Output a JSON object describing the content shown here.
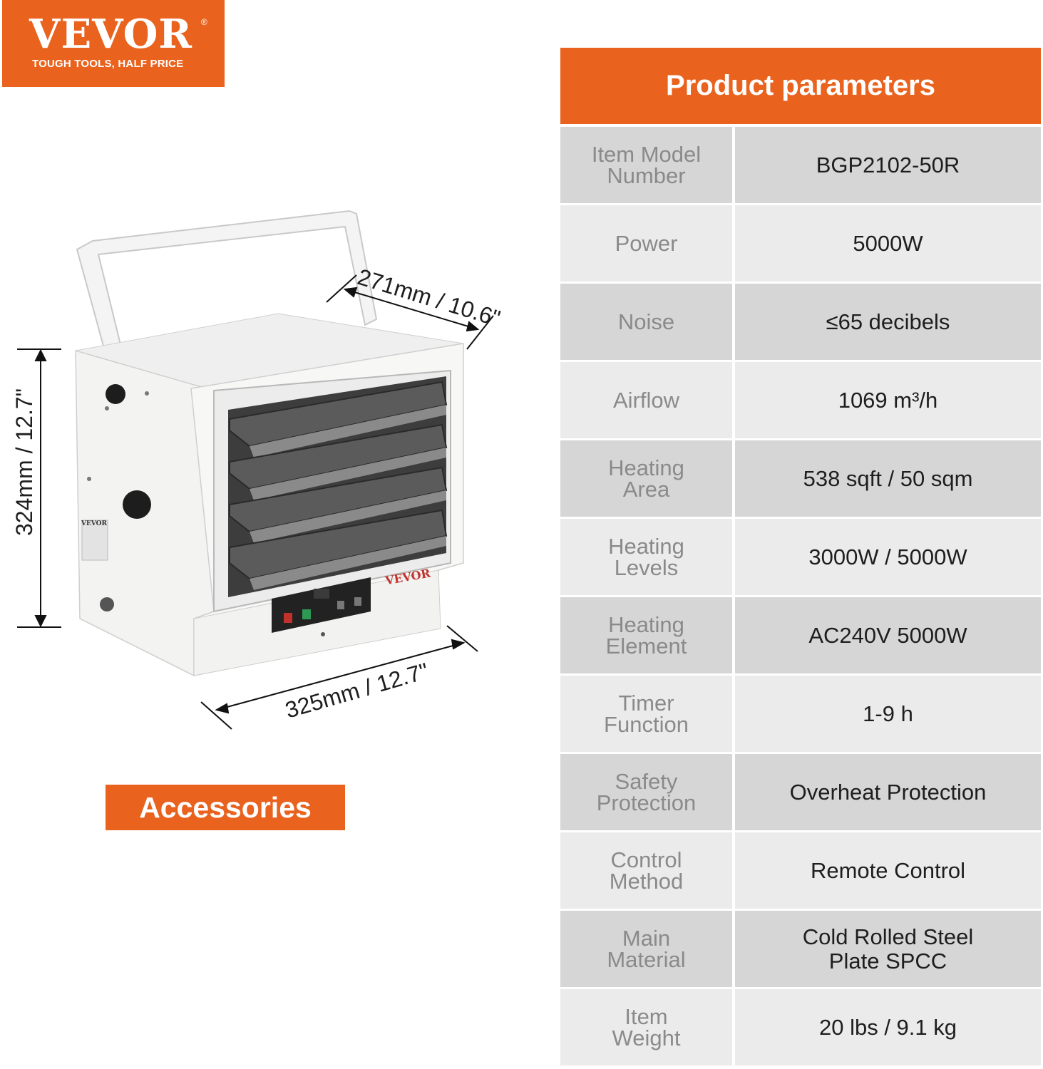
{
  "logo": {
    "brand": "VEVOR",
    "registered": "®",
    "tagline": "TOUGH TOOLS, HALF PRICE"
  },
  "product_labels": {
    "front_brand": "VEVOR",
    "side_brand": "VEVOR"
  },
  "dimensions": {
    "depth": "271mm / 10.6\"",
    "height": "324mm / 12.7\"",
    "width": "325mm / 12.7\""
  },
  "params": {
    "title": "Product parameters",
    "rows": [
      {
        "label": "Item Model\nNumber",
        "value": "BGP2102-50R"
      },
      {
        "label": "Power",
        "value": "5000W"
      },
      {
        "label": "Noise",
        "value": "≤65 decibels"
      },
      {
        "label": "Airflow",
        "value": "1069 m³/h"
      },
      {
        "label": "Heating\nArea",
        "value": "538 sqft / 50 sqm"
      },
      {
        "label": "Heating\nLevels",
        "value": "3000W / 5000W"
      },
      {
        "label": "Heating\nElement",
        "value": "AC240V  5000W"
      },
      {
        "label": "Timer\nFunction",
        "value": "1-9 h"
      },
      {
        "label": "Safety\nProtection",
        "value": "Overheat Protection"
      },
      {
        "label": "Control\nMethod",
        "value": "Remote Control"
      },
      {
        "label": "Main\nMaterial",
        "value": "Cold Rolled Steel\nPlate SPCC"
      },
      {
        "label": "Item\nWeight",
        "value": "20 lbs / 9.1 kg"
      }
    ]
  },
  "accessories": {
    "title": "Accessories"
  },
  "colors": {
    "accent": "#e9621e",
    "row_dark": "#d6d6d6",
    "row_light": "#ebebeb"
  }
}
